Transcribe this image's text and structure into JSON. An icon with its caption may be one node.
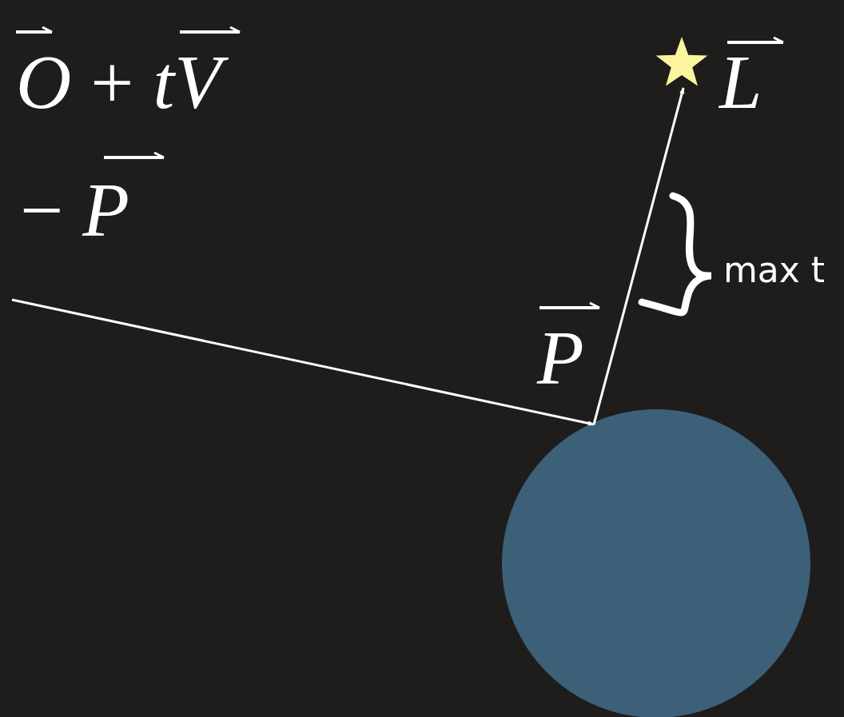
{
  "diagram": {
    "nodes": [
      {
        "text": [],
        "shape": "circle"
      },
      {
        "text": [],
        "shape": "star",
        "beside": [
          "L"
        ]
      }
    ],
    "edges": [
      {
        "from": null,
        "to": 0,
        "arrow": "to"
      },
      {
        "from": 0,
        "to": 1,
        "arrow": "to"
      }
    ],
    "labels": [
      "*O* + *tV*",
      "− *P*",
      "P",
      "max t"
    ]
  }
}
